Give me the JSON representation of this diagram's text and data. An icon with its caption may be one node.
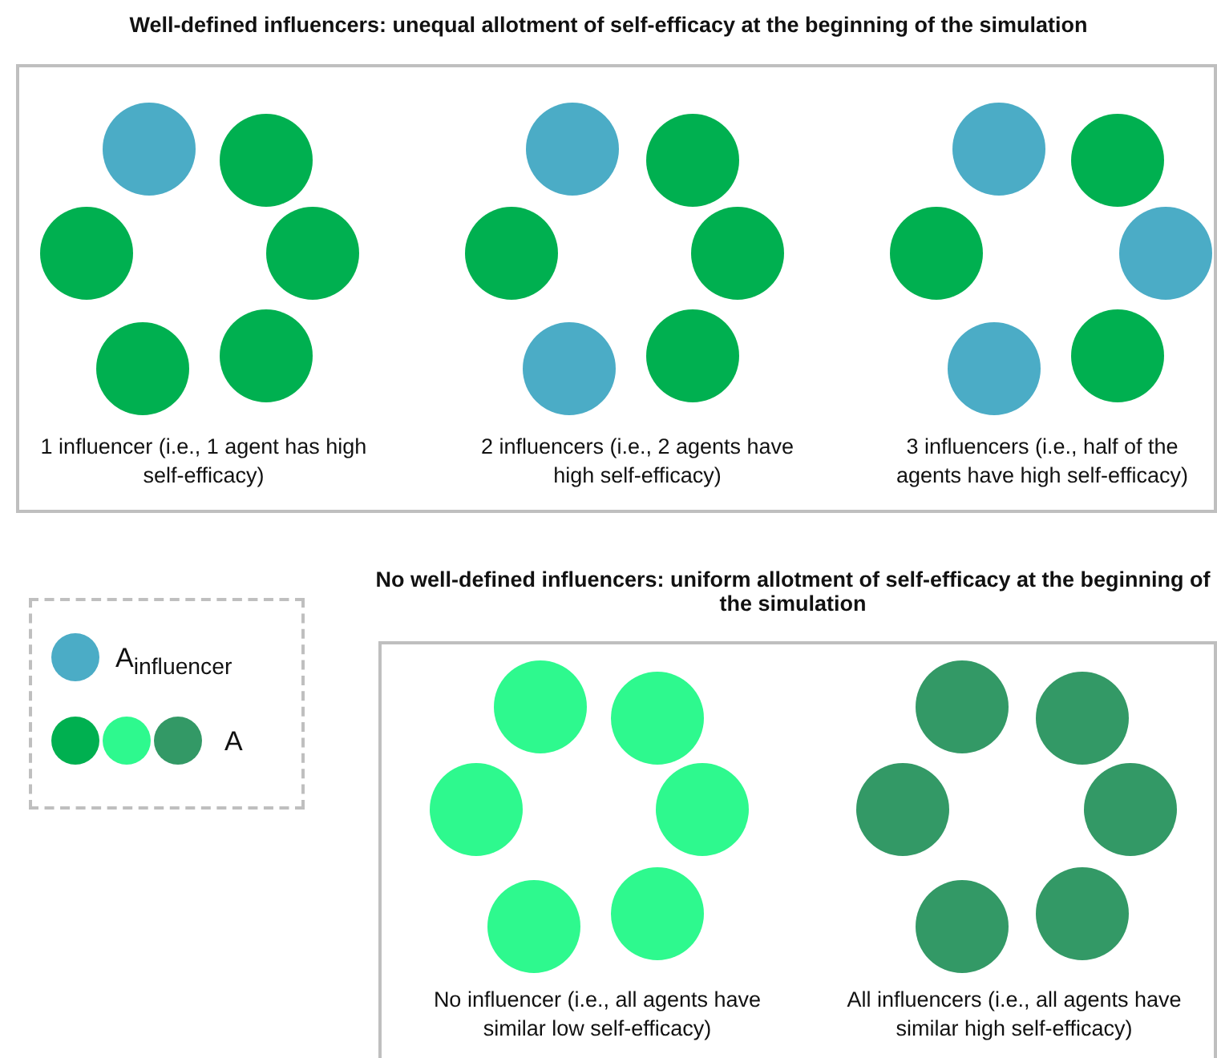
{
  "diagram": {
    "nodes": [
      {
        "text": [
          "Well-defined influencers: unequal allotment of self-efficacy at the beginning of the simulation"
        ]
      },
      {
        "text": [],
        "shape": "circle",
        "in": 0
      },
      {
        "text": [],
        "shape": "circle",
        "in": 0
      },
      {
        "text": [],
        "shape": "circle",
        "in": 0
      },
      {
        "text": [],
        "shape": "circle",
        "in": 0
      },
      {
        "text": [],
        "shape": "circle",
        "in": 0
      },
      {
        "text": [],
        "shape": "circle",
        "in": 0
      },
      {
        "text": [],
        "shape": "circle",
        "in": 0
      },
      {
        "text": [],
        "shape": "circle",
        "in": 0
      },
      {
        "text": [],
        "shape": "circle",
        "in": 0
      },
      {
        "text": [],
        "shape": "circle",
        "in": 0
      },
      {
        "text": [],
        "shape": "circle",
        "in": 0
      },
      {
        "text": [],
        "shape": "circle",
        "in": 0
      },
      {
        "text": [],
        "shape": "circle",
        "in": 0
      },
      {
        "text": [],
        "shape": "circle",
        "in": 0
      },
      {
        "text": [],
        "shape": "circle",
        "in": 0
      },
      {
        "text": [],
        "shape": "circle",
        "in": 0
      },
      {
        "text": [],
        "shape": "circle",
        "in": 0
      },
      {
        "text": [],
        "shape": "circle",
        "in": 0
      },
      {
        "text": [
          "No well-defined influencers: uniform allotment of self-efficacy at the beginning of the simulation"
        ]
      },
      {
        "text": [],
        "shape": "circle",
        "in": 19
      },
      {
        "text": [],
        "shape": "circle",
        "in": 19
      },
      {
        "text": [],
        "shape": "circle",
        "in": 19
      },
      {
        "text": [],
        "shape": "circle",
        "in": 19
      },
      {
        "text": [],
        "shape": "circle",
        "in": 19
      },
      {
        "text": [],
        "shape": "circle",
        "in": 19
      },
      {
        "text": [],
        "shape": "circle",
        "in": 19
      },
      {
        "text": [],
        "shape": "circle",
        "in": 19
      },
      {
        "text": [],
        "shape": "circle",
        "in": 19
      },
      {
        "text": [],
        "shape": "circle",
        "in": 19
      },
      {
        "text": [],
        "shape": "circle",
        "in": 19
      },
      {
        "text": [],
        "shape": "circle",
        "in": 19
      }
    ],
    "edges": [],
    "labels": [
      "1 influencer (i.e., 1 agent has high self-efficacy)",
      "2 influencers (i.e., 2 agents have high self-efficacy)",
      "3 influencers (i.e., half of the agents have high self-efficacy)",
      "No influencer (i.e., all agents have similar low self-efficacy)",
      "All influencers (i.e., all agents have similar high self-efficacy)"
    ],
    "legend": [
      {
        "text": "A$_{influencer}$",
        "color": "#4bacc6"
      },
      {
        "text": "A"
      }
    ]
  }
}
